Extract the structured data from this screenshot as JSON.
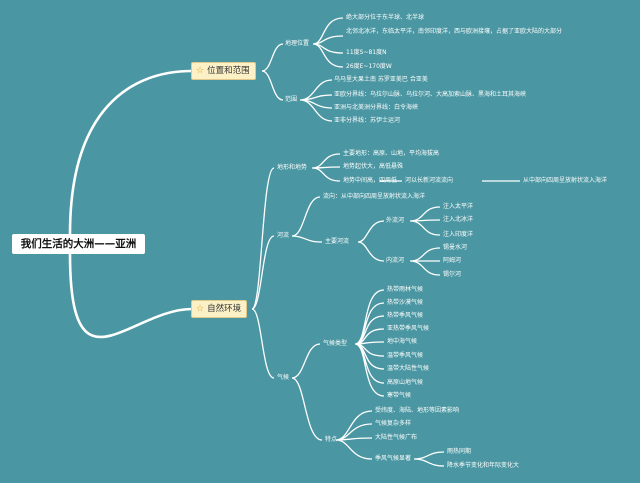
{
  "root": "我们生活的大洲——亚洲",
  "location": {
    "title": "位置和范围",
    "geo": {
      "label": "地理位置",
      "items": [
        "绝大部分位于东半球、北半球",
        "北邻北冰洋，东临太平洋，南邻印度洋，西与欧洲接壤，占据了亚欧大陆的大部分",
        "11度S~81度N",
        "26度E~170度W"
      ]
    },
    "range": {
      "label": "范围",
      "items": [
        "乌马里大果土南 苏罗亚美巴 合亚美",
        "亚欧分界线：乌拉尔山脉、乌拉尔河、大高加索山脉、黑海和土耳其海峡",
        "亚洲与北美洲分界线：白令海峡",
        "亚非分界线：苏伊士运河"
      ]
    }
  },
  "nature": {
    "title": "自然环境",
    "terrain": {
      "label": "地形和地势",
      "items": [
        "主要地形：高原、山地，平均海拔高",
        "地势起伏大，高低悬殊",
        "地势中间高，四周低"
      ],
      "arrow1": "河以长新河流流向",
      "arrow2": "从中部向四周呈放射状流入海洋"
    },
    "rivers": {
      "label": "河流",
      "flow": "流向：从中部向四周呈放射状流入海洋",
      "main": "主要河流",
      "outflow": {
        "label": "外流河",
        "items": [
          "注入太平洋",
          "注入北冰洋",
          "注入印度洋"
        ]
      },
      "inflow": {
        "label": "内流河",
        "items": [
          "锡曼水河",
          "阿姆河",
          "锡尔河"
        ]
      }
    },
    "climate": {
      "label": "气候",
      "types_label": "气候类型",
      "types": [
        "热带雨林气候",
        "热带沙漠气候",
        "热带季风气候",
        "亚热带季风气候",
        "地中海气候",
        "温带季风气候",
        "温带大陆性气候",
        "高原山地气候",
        "寒带气候"
      ],
      "features_label": "特点",
      "features": [
        "受纬度、海陆、地形等因素影响",
        "气候复杂多样",
        "大陆性气候广布"
      ],
      "monsoon": {
        "label": "季风气候显著",
        "items": [
          "雨热同期",
          "降水季节变化和年际变化大"
        ]
      }
    }
  }
}
